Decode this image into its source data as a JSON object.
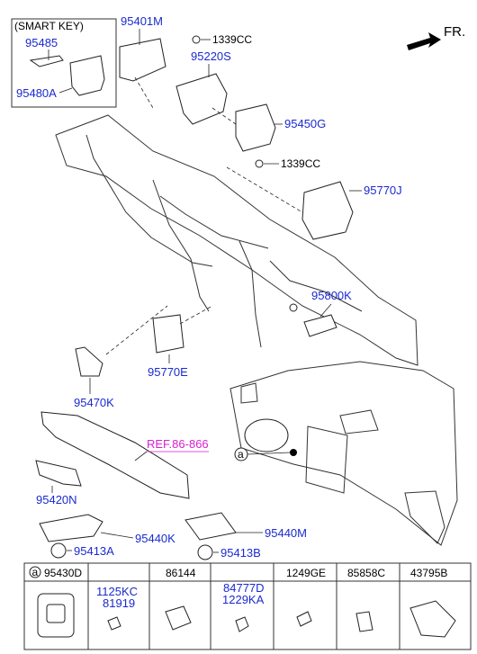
{
  "direction_label": "FR.",
  "smart_key_box": {
    "title": "(SMART KEY)",
    "part_upper": "95485",
    "part_lower": "95480A"
  },
  "callouts": {
    "c95401M": "95401M",
    "c1339CC_top": "1339CC",
    "c95220S": "95220S",
    "c95450G": "95450G",
    "c1339CC_mid": "1339CC",
    "c95770J": "95770J",
    "c95800K": "95800K",
    "c95770E": "95770E",
    "c95470K": "95470K",
    "c95420N": "95420N",
    "c95440K": "95440K",
    "c95413A": "95413A",
    "c95440M": "95440M",
    "c95413B": "95413B"
  },
  "reference_label": "REF.86-866",
  "detail_marker": "a",
  "parts_table": {
    "headers": [
      {
        "marker": "a",
        "text": "95430D"
      },
      {
        "marker": "",
        "text": ""
      },
      {
        "marker": "",
        "text": "86144"
      },
      {
        "marker": "",
        "text": ""
      },
      {
        "marker": "",
        "text": "1249GE"
      },
      {
        "marker": "",
        "text": "85858C"
      },
      {
        "marker": "",
        "text": "43795B"
      }
    ],
    "cell_labels": {
      "col2_line1": "1125KC",
      "col2_line2": "81919",
      "col4_line1": "84777D",
      "col4_line2": "1229KA"
    }
  }
}
